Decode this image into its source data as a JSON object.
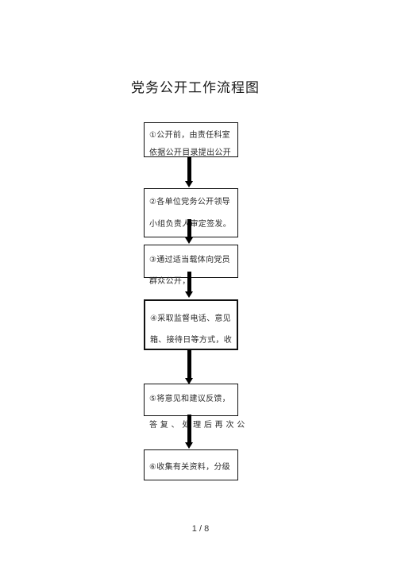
{
  "title": "党务公开工作流程图",
  "steps": [
    {
      "line1": "①公开前，由责任科室",
      "line2": "依据公开目录提出公开"
    },
    {
      "line1": "②各单位党务公开领导",
      "line2": "小组负责人审定签发。"
    },
    {
      "line1": "③通过适当载体向党员",
      "line2": "群众公开，"
    },
    {
      "line1": "④采取监督电话、意见",
      "line2": "箱、接待日等方式，收"
    },
    {
      "line1": "⑤将意见和建议反馈，",
      "line2": "答 复 、 处 理 后 再 次 公"
    },
    {
      "line1": "⑥收集有关资料，分级",
      "line2": ""
    }
  ],
  "page_number": "1 / 8"
}
